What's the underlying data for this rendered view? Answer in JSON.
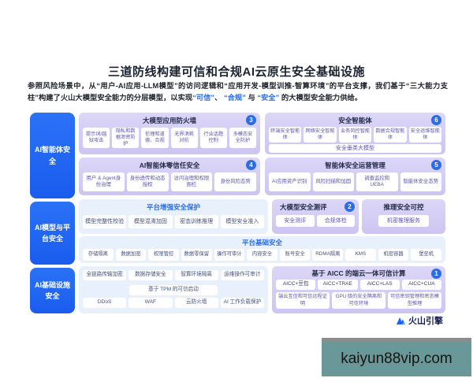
{
  "title": "三道防线构建可信和合规AI云原生安全基础设施",
  "intro": {
    "segments": [
      {
        "text": "参照风险场景中，从“用户-AI应用-LLM模型”的访问逻辑和“应用开发-模型训推-智算环境”的平台支撑，我们基于“三大能力支柱”构建了火山大模型安全能力的分层模型，以实现"
      },
      {
        "text": "“可信”"
      },
      {
        "text": "、 "
      },
      {
        "text": "“合规”"
      },
      {
        "text": " 与 "
      },
      {
        "text": "“安全”"
      },
      {
        "text": " 的大模型安全能力供给。"
      }
    ]
  },
  "sidebar": {
    "items": [
      {
        "label": "AI智能体安全"
      },
      {
        "label": "AI模型与平台安全"
      },
      {
        "label": "AI基础设施安全"
      }
    ]
  },
  "firewall": {
    "title": "大模型应用防火墙",
    "badge": "3",
    "items": [
      "提示词/越狱攻击",
      "隐私和数据泄密防护",
      "伦理和道德、合规",
      "无界消耗对抗",
      "行业话题控制",
      "多模态安全防护"
    ]
  },
  "security_agent": {
    "title": "安全智能体",
    "badge": "6",
    "items": [
      "终端安全智能体",
      "网络安全智能体",
      "业务风控智能体",
      "数据合规智能体",
      "安全运维智能体"
    ],
    "footer": "安全垂类大模型"
  },
  "zero_trust": {
    "title": "AI智能体零信任安全",
    "badge": "4",
    "items": [
      "用户 & Agent身份治理",
      "身份透传和动态授权",
      "访问治理和权限围栏",
      "身份风险态势"
    ]
  },
  "agent_ops": {
    "title": "智能体安全运营管理",
    "badge": "5",
    "items": [
      "AI应用资产识别",
      "风险扫描和加固",
      "调查监控和UEBA",
      "智能体安全态势"
    ]
  },
  "platform_enhanced": {
    "title": "平台增强安全保护",
    "items": [
      "模型完整性校验",
      "模型混淆加固",
      "密态训练推理",
      "模型安全准入"
    ]
  },
  "model_eval": {
    "title": "大模型安全测评",
    "badge": "2",
    "items": [
      "安全测评",
      "合规体检"
    ]
  },
  "inference_control": {
    "title": "推理安全可控",
    "items": [
      "机密推理服务"
    ]
  },
  "platform_basic": {
    "title": "平台基础安全",
    "items": [
      "存储隔离",
      "数据加密",
      "权限管控",
      "数据零保留",
      "操作可审计",
      "内容安全",
      "账号安全",
      "RDMA隔离",
      "KMS",
      "机密容器",
      "堡垒机"
    ]
  },
  "infra": {
    "row1": [
      "全链路传输加密",
      "数据存储安全",
      "智算环境隔离",
      "运维操作可审计"
    ],
    "row2": [
      "基于 TPM 的可信启动"
    ],
    "row3": [
      "DDoS",
      "WAF",
      "云防火墙",
      "AI 工作负载保护"
    ]
  },
  "aicc": {
    "title": "基于 AICC 的端云一体可信计算",
    "badge": "1",
    "row1": [
      "AICC+豆包",
      "AICC+TRAE",
      "AICC+LAS",
      "AICC+CUA"
    ],
    "row2": [
      "端云互信和可信远程证明",
      "GPU 级的安全隔离和可信环境",
      "可信密钥管理和密态模型推理"
    ]
  },
  "footer": {
    "logo_text": "火山引擎"
  },
  "watermark": {
    "text": "kaiyun88vip.com"
  },
  "colors": {
    "accent_blue": "#2B6DE8",
    "sidebar_blue": "#1F65F2",
    "panel_purple": "#D5CEF4",
    "panel_light": "#E8F0FB",
    "badge_blue": "#2B6DE8",
    "watermark_bg": "#6A9797"
  }
}
